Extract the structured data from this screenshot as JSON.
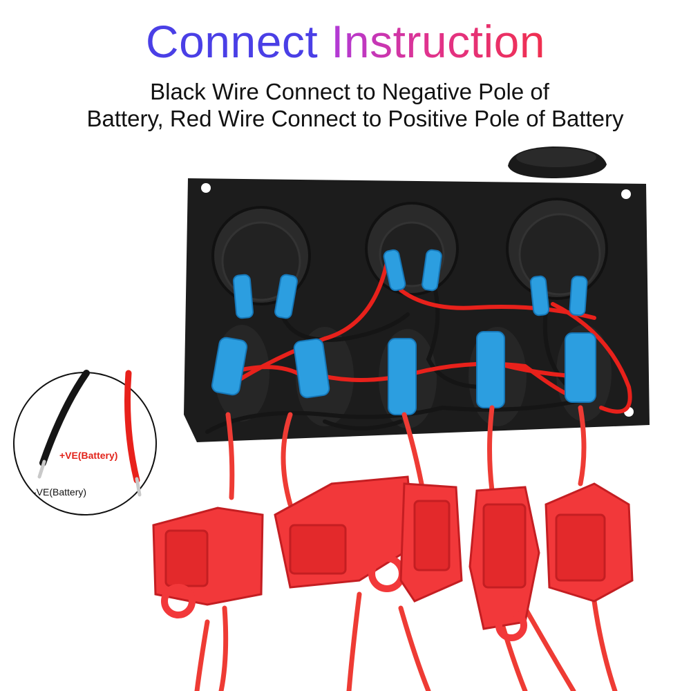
{
  "header": {
    "title_word1": "Connect",
    "title_word2": "Instruction",
    "line1": "Black Wire Connect to Negative Pole of",
    "line2": "Battery, Red Wire Connect to Positive Pole of Battery"
  },
  "callout": {
    "positive_label": "+VE(Battery)",
    "negative_label": "-VE(Battery)"
  },
  "colors": {
    "title_blue": "#4a3fe6",
    "title_magenta": "#e0338e",
    "panel": "#1c1c1c",
    "wire_red": "#e8211b",
    "wire_black": "#151515",
    "terminal_blue": "#2c9ee0",
    "fuse_red": "#f2383a"
  }
}
